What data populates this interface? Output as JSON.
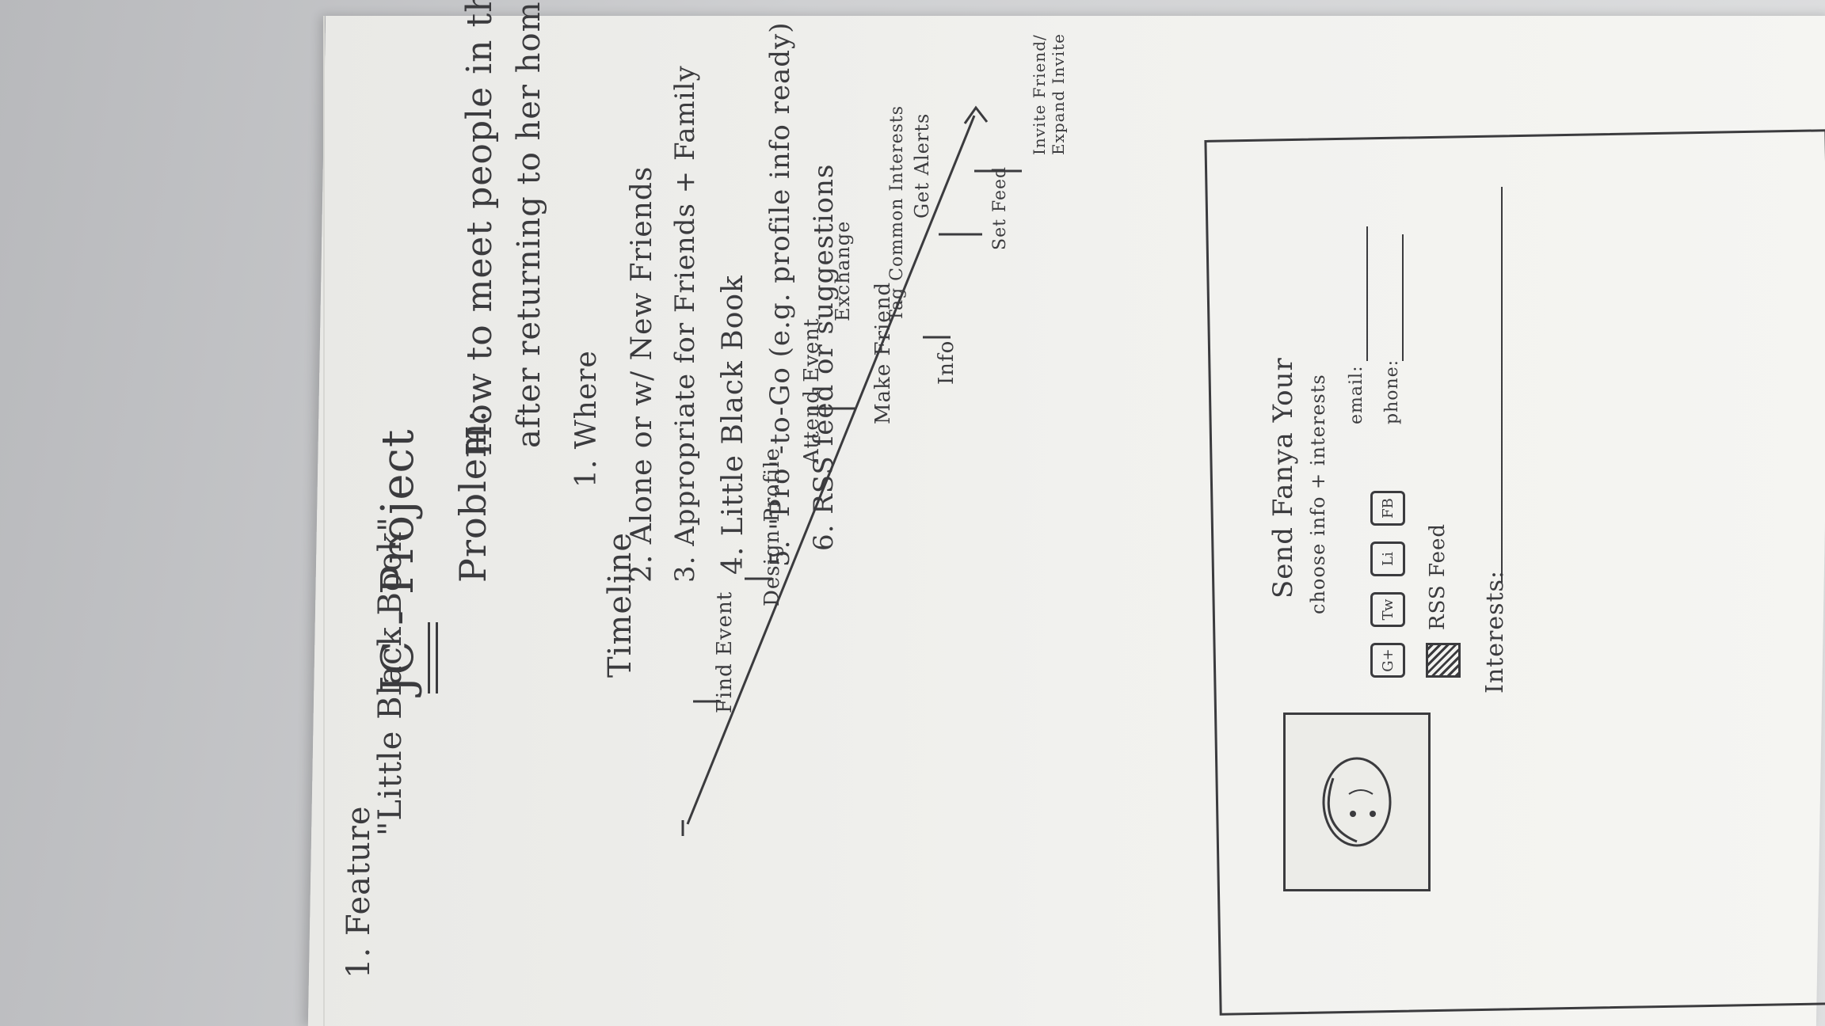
{
  "title": "JC - Project",
  "problem": {
    "label": "Problem:",
    "line1": "How to meet people in the area",
    "line2": "after returning to her hometown."
  },
  "list": [
    "1. Where",
    "2. Alone or w/ New Friends",
    "3. Appropriate for Friends + Family",
    "4. Little Black Book",
    "5. \"Pro\"-to-Go (e.g. profile info ready)",
    "6. RSS feed or suggestions"
  ],
  "timeline": {
    "label": "Timeline",
    "above": [
      "Find Event",
      "Design Profile",
      "Make Friend",
      "Set Feed"
    ],
    "below": [
      "Attend Event",
      "Exchange",
      "Tag Common Interests",
      "Get Alerts",
      "Info",
      "Invite Friend/ Expand Invite"
    ]
  },
  "feature": {
    "label": "1. Feature",
    "name": "\"Little Black Book\"",
    "card": {
      "send_line": "Send Fanya Your",
      "send_sub": "choose info + interests",
      "icons": [
        "G+",
        "Tw",
        "Li",
        "FB"
      ],
      "email_label": "email:",
      "phone_label": "phone:",
      "rss_label": "RSS Feed",
      "interests_label": "Interests:"
    }
  }
}
